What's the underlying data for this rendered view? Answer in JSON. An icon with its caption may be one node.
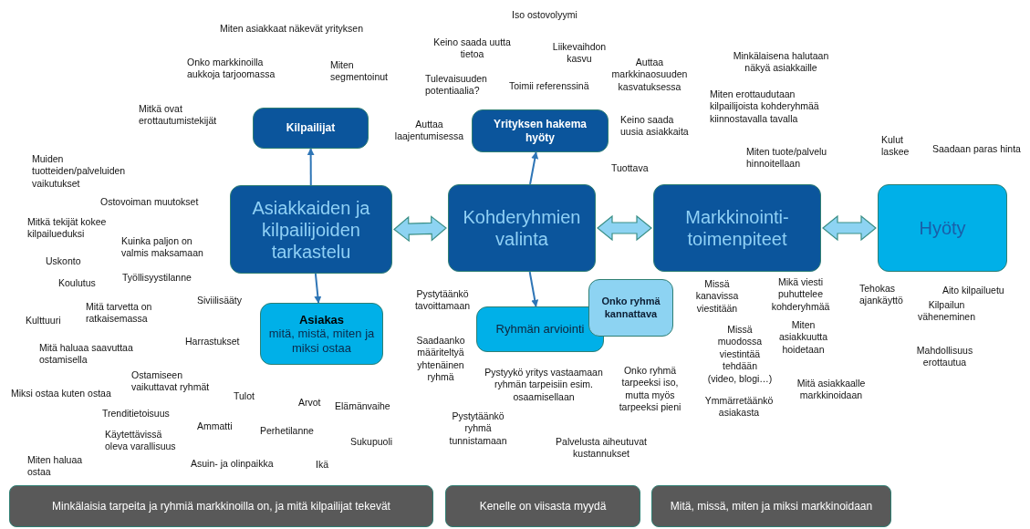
{
  "diagram": {
    "nodes": [
      {
        "text": [
          "Asiakkaiden ja kilpailijoiden tarkastelu"
        ]
      },
      {
        "text": [
          "Kilpailijat"
        ]
      },
      {
        "text": [
          "Asiakas",
          "mitä, mistä, miten ja miksi ostaa"
        ]
      },
      {
        "text": [
          "Kohderyhmien valinta"
        ]
      },
      {
        "text": [
          "Yrityksen hakema hyöty"
        ]
      },
      {
        "text": [
          "Ryhmän arviointi"
        ]
      },
      {
        "text": [
          "Onko ryhmä kannattava"
        ]
      },
      {
        "text": [
          "Markkinointi-toimenpiteet"
        ]
      },
      {
        "text": [
          "Hyöty"
        ]
      },
      {
        "text": [
          "Minkälaisia tarpeita ja ryhmiä markkinoilla on, ja mitä kilpailijat tekevät"
        ]
      },
      {
        "text": [
          "Kenelle on viisasta myydä"
        ]
      },
      {
        "text": [
          "Mitä, missä, miten ja miksi markkinoidaan"
        ]
      }
    ],
    "edges": [
      {
        "from": 0,
        "to": 1,
        "arrow": "to"
      },
      {
        "from": 0,
        "to": 2,
        "arrow": "to"
      },
      {
        "from": 0,
        "to": 3,
        "arrow": "both",
        "style": "thick",
        "color": "#8dd3f2"
      },
      {
        "from": 3,
        "to": 4,
        "arrow": "to"
      },
      {
        "from": 3,
        "to": 5,
        "arrow": "to"
      },
      {
        "from": 3,
        "to": 7,
        "arrow": "both",
        "style": "thick",
        "color": "#8dd3f2"
      },
      {
        "from": 7,
        "to": 8,
        "arrow": "both",
        "style": "thick",
        "color": "#8dd3f2"
      }
    ],
    "labels": [
      "Iso ostovolyymi",
      "Miten asiakkaat näkevät yrityksen",
      "Keino saada uutta tietoa",
      "Liikevaihdon kasvu",
      "Minkälaisena halutaan näkyä asiakkaille",
      "Onko markkinoilla aukkoja tarjoomassa",
      "Auttaa markkinaosuuden kasvatuksessa",
      "Miten segmentoinut",
      "Tulevaisuuden potentiaalia?",
      "Toimii referenssinä",
      "Miten erottaudutaan kilpailijoista kohderyhmää kiinnostavalla tavalla",
      "Mitkä ovat erottautumistekijät",
      "Keino saada uusia asiakkaita",
      "Auttaa laajentumisessa",
      "Kulut laskee",
      "Saadaan paras hinta",
      "Miten tuote/palvelu hinnoitellaan",
      "Muiden tuotteiden/palveluiden vaikutukset",
      "Tuottava",
      "Ostovoiman muutokset",
      "Mitkä tekijät kokee kilpailueduksi",
      "Kuinka paljon on valmis maksamaan",
      "Uskonto",
      "Työllisyystilanne",
      "Koulutus",
      "Mikä viesti puhuttelee kohderyhmää",
      "Missä kanavissa viestitään",
      "Tehokas ajankäyttö",
      "Aito kilpailuetu",
      "Pystytäänkö tavoittamaan",
      "Siviilisääty",
      "Kilpailun väheneminen",
      "Mitä tarvetta on ratkaisemassa",
      "Kulttuuri",
      "Miten asiakkuutta hoidetaan",
      "Missä muodossa viestintää tehdään (video, blogi…)",
      "Saadaanko määriteltyä yhtenäinen ryhmä",
      "Harrastukset",
      "Mitä haluaa saavuttaa ostamisella",
      "Mahdollisuus erottautua",
      "Onko ryhmä tarpeeksi iso, mutta myös tarpeeksi pieni",
      "Pystyykö yritys vastaamaan ryhmän tarpeisiin esim. osaamisellaan",
      "Ostamiseen vaikuttavat ryhmät",
      "Mitä asiakkaalle markkinoidaan",
      "Miksi ostaa kuten ostaa",
      "Tulot",
      "Ymmärretäänkö asiakasta",
      "Arvot",
      "Elämänvaihe",
      "Trenditietoisuus",
      "Pystytäänkö ryhmä tunnistamaan",
      "Ammatti",
      "Perhetilanne",
      "Käytettävissä oleva varallisuus",
      "Sukupuoli",
      "Palvelusta aiheutuvat kustannukset",
      "Miten haluaa ostaa",
      "Asuin- ja olinpaikka",
      "Ikä"
    ]
  }
}
